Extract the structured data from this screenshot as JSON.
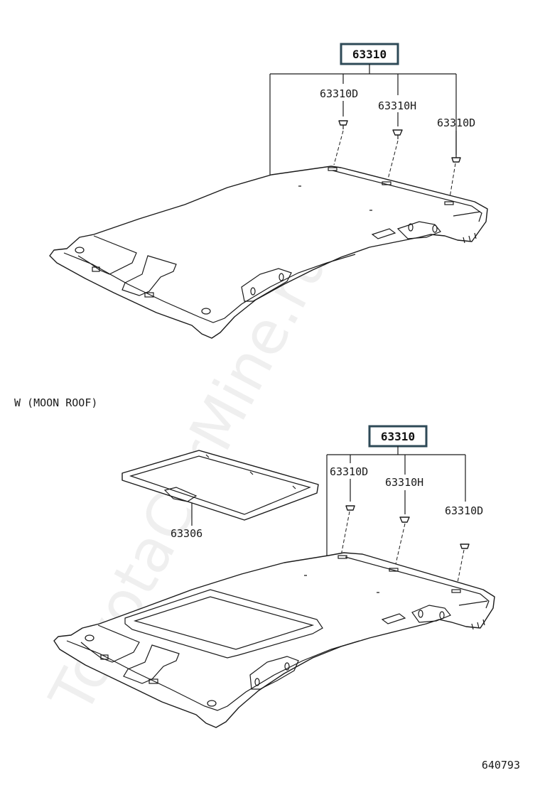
{
  "watermark": "ToyotaCarMine.ru",
  "section_label": "W (MOON  ROOF)",
  "diagram_code": "640793",
  "top_assembly": {
    "main_part": "63310",
    "callouts": [
      "63310D",
      "63310H",
      "63310D"
    ]
  },
  "bottom_assembly": {
    "main_part": "63310",
    "callouts": [
      "63310D",
      "63310H",
      "63310D"
    ],
    "sunshade_part": "63306"
  }
}
